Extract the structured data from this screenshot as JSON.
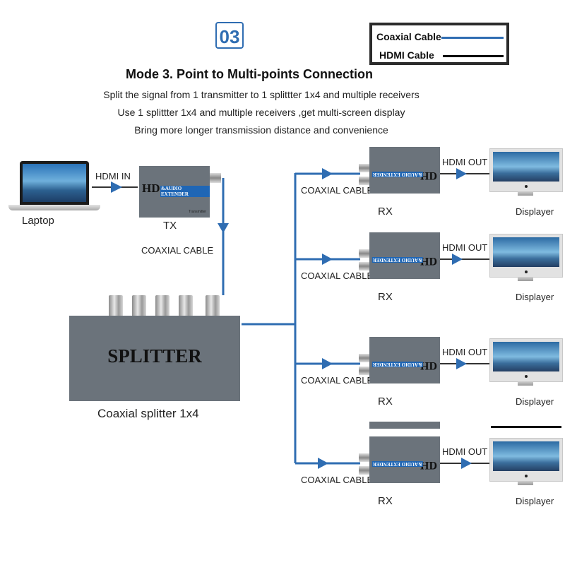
{
  "badge": "03",
  "legend": {
    "items": [
      {
        "label": "Coaxial Cable",
        "color": "#2f6db2"
      },
      {
        "label": "HDMI Cable",
        "color": "#000000"
      }
    ]
  },
  "title": "Mode 3. Point to Multi-points Connection",
  "subtitles": [
    "Split the signal from 1 transmitter  to 1 splittter 1x4 and  multiple receivers",
    "Use 1 splittter 1x4 and  multiple receivers  ,get  multi-screen display",
    "Bring more longer  transmission distance and convenience"
  ],
  "source": {
    "laptop_label": "Laptop",
    "hdmi_in_label": "HDMI IN",
    "tx_label": "TX",
    "tx_brand": "HD",
    "tx_product": "&AUDIO EXTENDER",
    "tx_model": "Transmitter",
    "coax_label": "COAXIAL  CABLE"
  },
  "splitter": {
    "name": "SPLITTER",
    "caption": "Coaxial splitter 1x4",
    "ports": 5
  },
  "receivers": [
    {
      "coax_label": "COAXIAL  CABLE",
      "rx_label": "RX",
      "hdmi_label": "HDMI OUT",
      "display_label": "Displayer"
    },
    {
      "coax_label": "COAXIAL  CABLE",
      "rx_label": "RX",
      "hdmi_label": "HDMI OUT",
      "display_label": "Displayer"
    },
    {
      "coax_label": "COAXIAL  CABLE",
      "rx_label": "RX",
      "hdmi_label": "HDMI OUT",
      "display_label": "Displayer"
    },
    {
      "coax_label": "COAXIAL  CABLE",
      "rx_label": "RX",
      "hdmi_label": "HDMI OUT",
      "display_label": "Displayer"
    }
  ],
  "rx_brand": "HD",
  "rx_product": "&AUDIO EXTENDER",
  "colors": {
    "coax": "#2f6db2",
    "hdmi": "#333333",
    "device": "#6b737b"
  }
}
